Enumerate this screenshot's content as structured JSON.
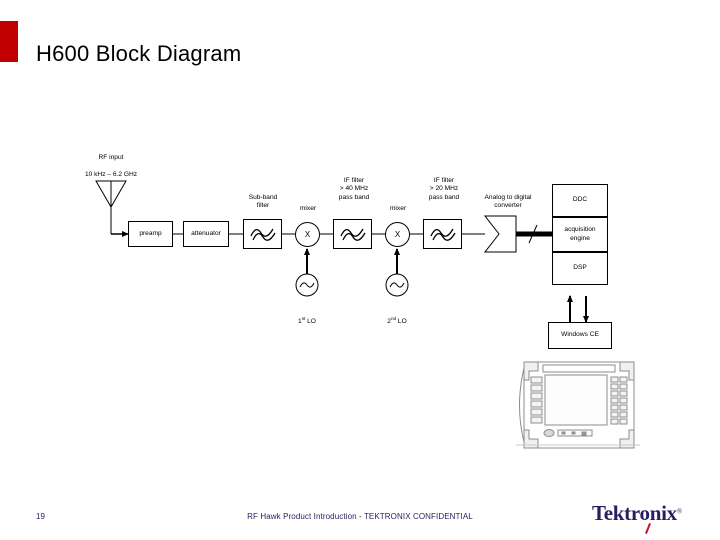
{
  "slide": {
    "title": "H600 Block Diagram",
    "accent_color": "#c00000"
  },
  "diagram": {
    "input": {
      "label_line1": "RF input",
      "label_line2": "10 kHz – 6.2 GHz",
      "icon": "antenna-icon"
    },
    "blocks": [
      {
        "id": "preamp",
        "label": "preamp",
        "shape": "rect"
      },
      {
        "id": "attenuator",
        "label": "attenuator",
        "shape": "rect"
      },
      {
        "id": "subband",
        "label": "filter-symbol",
        "shape": "rect-filter",
        "caption": "Sub-band\nfilter"
      },
      {
        "id": "mixer1",
        "label": "X",
        "shape": "circle",
        "caption": "mixer"
      },
      {
        "id": "iffilter1",
        "label": "filter-symbol",
        "shape": "rect-filter",
        "caption": "IF filter\n> 40 MHz\npass band"
      },
      {
        "id": "mixer2",
        "label": "X",
        "shape": "circle",
        "caption": "mixer"
      },
      {
        "id": "iffilter2",
        "label": "filter-symbol",
        "shape": "rect-filter",
        "caption": "IF filter\n> 20 MHz\npass band"
      },
      {
        "id": "adc",
        "label": "",
        "shape": "pentagon",
        "caption": "Analog to digital\nconverter"
      }
    ],
    "oscillators": [
      {
        "id": "lo1",
        "label_main": "1",
        "label_sup": "st",
        "label_tail": " LO",
        "icon": "sine-wave-icon"
      },
      {
        "id": "lo2",
        "label_main": "2",
        "label_sup": "nd",
        "label_tail": " LO",
        "icon": "sine-wave-icon"
      }
    ],
    "digital_stack": [
      {
        "id": "ddc",
        "label": "DDC"
      },
      {
        "id": "acquisition-engine",
        "label": "acquisition\nengine"
      },
      {
        "id": "dsp",
        "label": "DSP"
      }
    ],
    "os_block": {
      "id": "windows-ce",
      "label": "Windows CE"
    },
    "device_illustration": {
      "name": "handheld-spectrum-analyzer-illustration"
    }
  },
  "footer": {
    "page_number": "19",
    "text": "RF Hawk Product Introduction - TEKTRONIX CONFIDENTIAL",
    "brand": "Tektronix",
    "brand_tm": "®",
    "brand_color": "#2b1c62",
    "brand_slash_color": "#c8102e"
  }
}
